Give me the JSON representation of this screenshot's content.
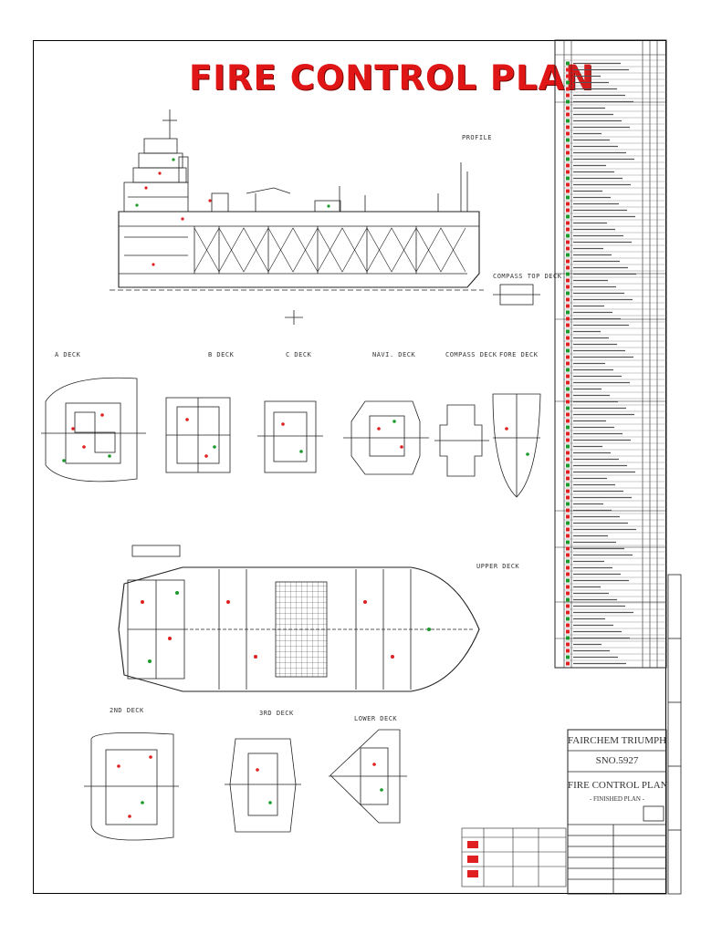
{
  "drawing": {
    "title": "FIRE CONTROL PLAN",
    "colors": {
      "title": "#e01515",
      "safety_red": "#e02020",
      "safety_green": "#1a9a2a",
      "line": "#222222"
    }
  },
  "views": {
    "profile": "PROFILE",
    "compass_top": "COMPASS TOP DECK",
    "a_deck": "A DECK",
    "b_deck": "B DECK",
    "c_deck": "C DECK",
    "navi_deck": "NAVI. DECK",
    "compass_deck": "COMPASS DECK",
    "fore_deck": "FORE DECK",
    "upper_deck": "UPPER DECK",
    "second_deck": "2ND DECK",
    "third_deck": "3RD DECK",
    "lower_deck": "LOWER DECK"
  },
  "title_block": {
    "ship_name": "FAIRCHEM TRIUMPH",
    "hull_no": "SNO.5927",
    "drawing_title": "FIRE CONTROL PLAN",
    "subtitle": "- FINISHED PLAN -"
  }
}
